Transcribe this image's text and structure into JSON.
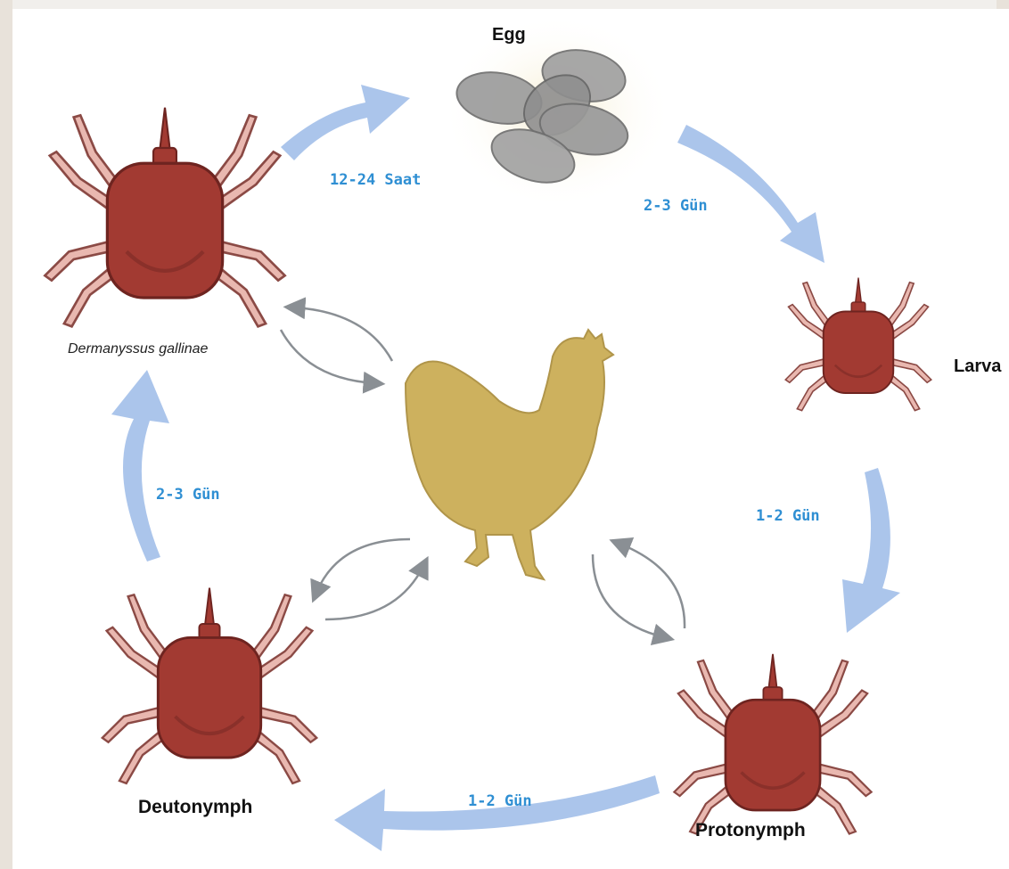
{
  "stages": {
    "egg": "Egg",
    "larva": "Larva",
    "protonymph": "Protonymph",
    "deutonymph": "Deutonymph",
    "adult": "Dermanyssus gallinae"
  },
  "durations": {
    "adult_to_egg": "12-24 Saat",
    "egg_to_larva": "2-3 Gün",
    "larva_to_protonymph": "1-2 Gün",
    "protonymph_to_deutonymph": "1-2 Gün",
    "deutonymph_to_adult": "2-3 Gün"
  },
  "colors": {
    "cycle_arrow": "#8fb3e6",
    "duration_text": "#2f8fd3",
    "mite_body": "#a23a32",
    "mite_legs": "#e9b8b0",
    "hen": "#cdb15e",
    "egg": "#9c9c9c",
    "host_arrow": "#8a8f94"
  },
  "icons": [
    "mite-icon",
    "hen-icon",
    "egg-cluster-icon"
  ]
}
